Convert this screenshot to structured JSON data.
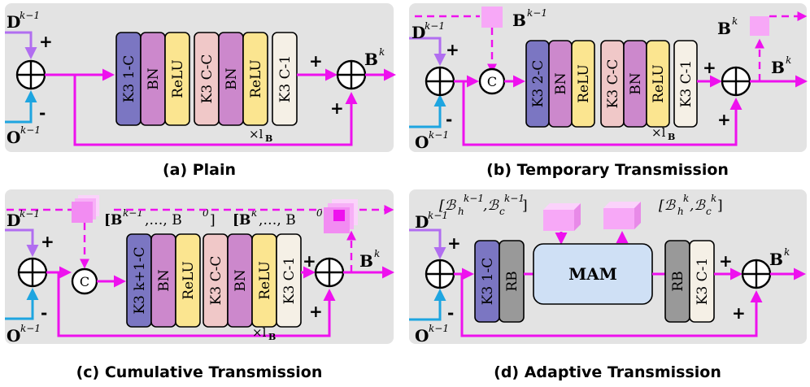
{
  "colors": {
    "magenta_flow": "#ee11ee",
    "d_input": "#b16ef0",
    "o_input": "#1ea5e0",
    "panel_bg": "#e3e3e3",
    "k3_first": "#7b76c2",
    "bn": "#cc88cc",
    "relu": "#fbe590",
    "k3_mid": "#f0c8c8",
    "k3_last": "#f5f0e6",
    "rb": "#999999",
    "mam": "#cfe0f5",
    "state_cube": "#f7a8f7"
  },
  "symbols": {
    "D": "D",
    "O": "O",
    "B": "B",
    "sup_km1": "k−1",
    "sup_k": "k",
    "plus": "+",
    "minus": "-",
    "concat": "C",
    "times_l": "×l",
    "l_sub": "B"
  },
  "panels": {
    "a": {
      "caption": "(a) Plain",
      "blocks": [
        "K3 1-C",
        "BN",
        "ReLU",
        "K3 C-C",
        "BN",
        "ReLU",
        "K3 C-1"
      ]
    },
    "b": {
      "caption": "(b) Temporary Transmission",
      "blocks": [
        "K3 2-C",
        "BN",
        "ReLU",
        "K3 C-C",
        "BN",
        "ReLU",
        "K3 C-1"
      ]
    },
    "c": {
      "caption": "(c) Cumulative Transmission",
      "blocks": [
        "K3 k+1-C",
        "BN",
        "ReLU",
        "K3 C-C",
        "BN",
        "ReLU",
        "K3 C-1"
      ],
      "prev_list": "[B",
      "prev_list_tail": ",…, B",
      "prev_list_end": "]",
      "cur_list": "[B",
      "cur_list_tail": ",…, B",
      "cur_list_end": "]",
      "sup_zero": "0"
    },
    "d": {
      "caption": "(d) Adaptive Transmission",
      "blocks": [
        "K3 1-C",
        "RB",
        "RB",
        "K3 C-1"
      ],
      "mam_label": "MAM",
      "prev_state": "[ℬ",
      "prev_state_h": "h",
      "prev_state_c": "c",
      "cur_state": "[ℬ"
    }
  }
}
